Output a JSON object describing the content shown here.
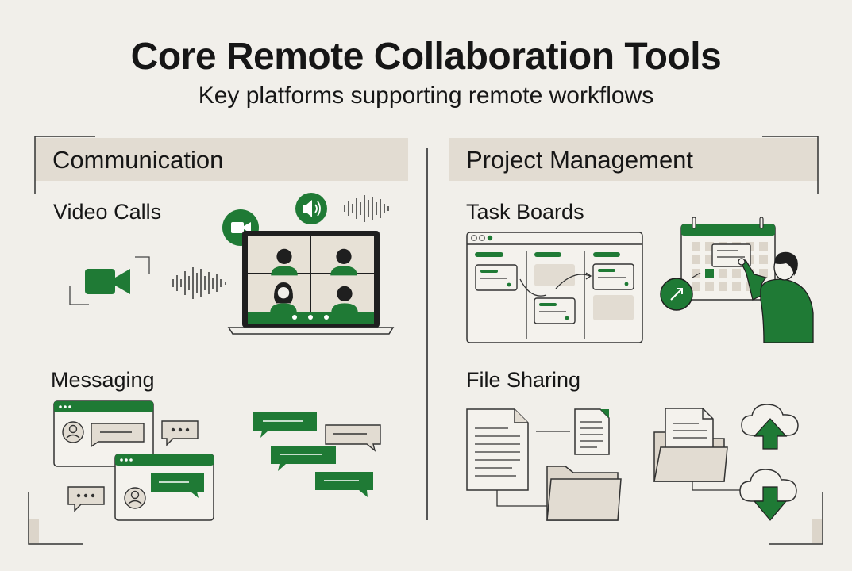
{
  "header": {
    "title": "Core Remote Collaboration Tools",
    "subtitle": "Key platforms supporting remote workflows"
  },
  "sections": {
    "communication": {
      "label": "Communication",
      "video_calls": "Video Calls",
      "messaging": "Messaging"
    },
    "project_management": {
      "label": "Project Management",
      "task_boards": "Task Boards",
      "file_sharing": "File Sharing"
    }
  },
  "colors": {
    "accent": "#1f7a35",
    "header_bg": "#e2dcd2",
    "background": "#f1efea",
    "ink": "#2a2a2a"
  },
  "icons": [
    "video-camera-icon",
    "sound-wave-icon",
    "speaker-icon",
    "laptop-video-grid-icon",
    "chat-window-icon",
    "chat-bubble-icon",
    "kanban-board-icon",
    "calendar-icon",
    "person-pointing-icon",
    "document-icon",
    "folder-icon",
    "cloud-upload-icon",
    "cloud-download-icon"
  ]
}
